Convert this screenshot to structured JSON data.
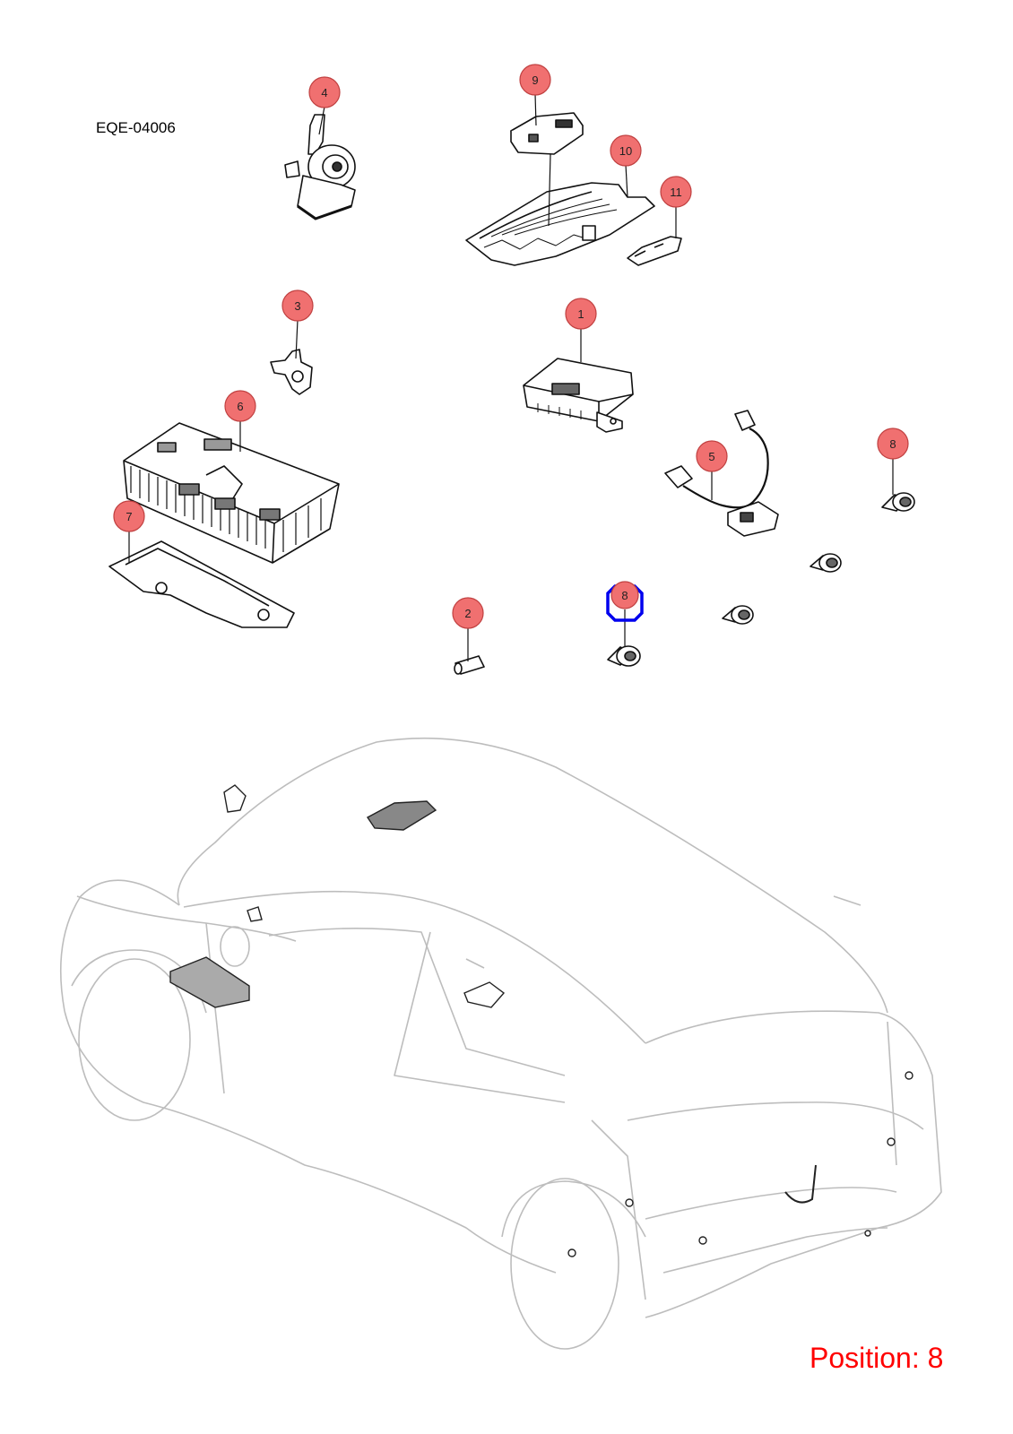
{
  "diagram_code": "EQE-04006",
  "position_label": "Position: 8",
  "callouts": [
    {
      "number": "1",
      "highlighted": false
    },
    {
      "number": "2",
      "highlighted": false
    },
    {
      "number": "3",
      "highlighted": false
    },
    {
      "number": "4",
      "highlighted": false
    },
    {
      "number": "5",
      "highlighted": false
    },
    {
      "number": "6",
      "highlighted": false
    },
    {
      "number": "7",
      "highlighted": false
    },
    {
      "number": "8",
      "highlighted": false
    },
    {
      "number": "8",
      "highlighted": true
    },
    {
      "number": "9",
      "highlighted": false
    },
    {
      "number": "10",
      "highlighted": false
    },
    {
      "number": "11",
      "highlighted": false
    }
  ],
  "colors": {
    "callout_fill": "#f07070",
    "callout_stroke": "#c04040",
    "highlight_stroke": "#0000ee",
    "position_text": "#ff0000",
    "car_outline": "#bdbdbd",
    "part_outline": "#111111"
  }
}
